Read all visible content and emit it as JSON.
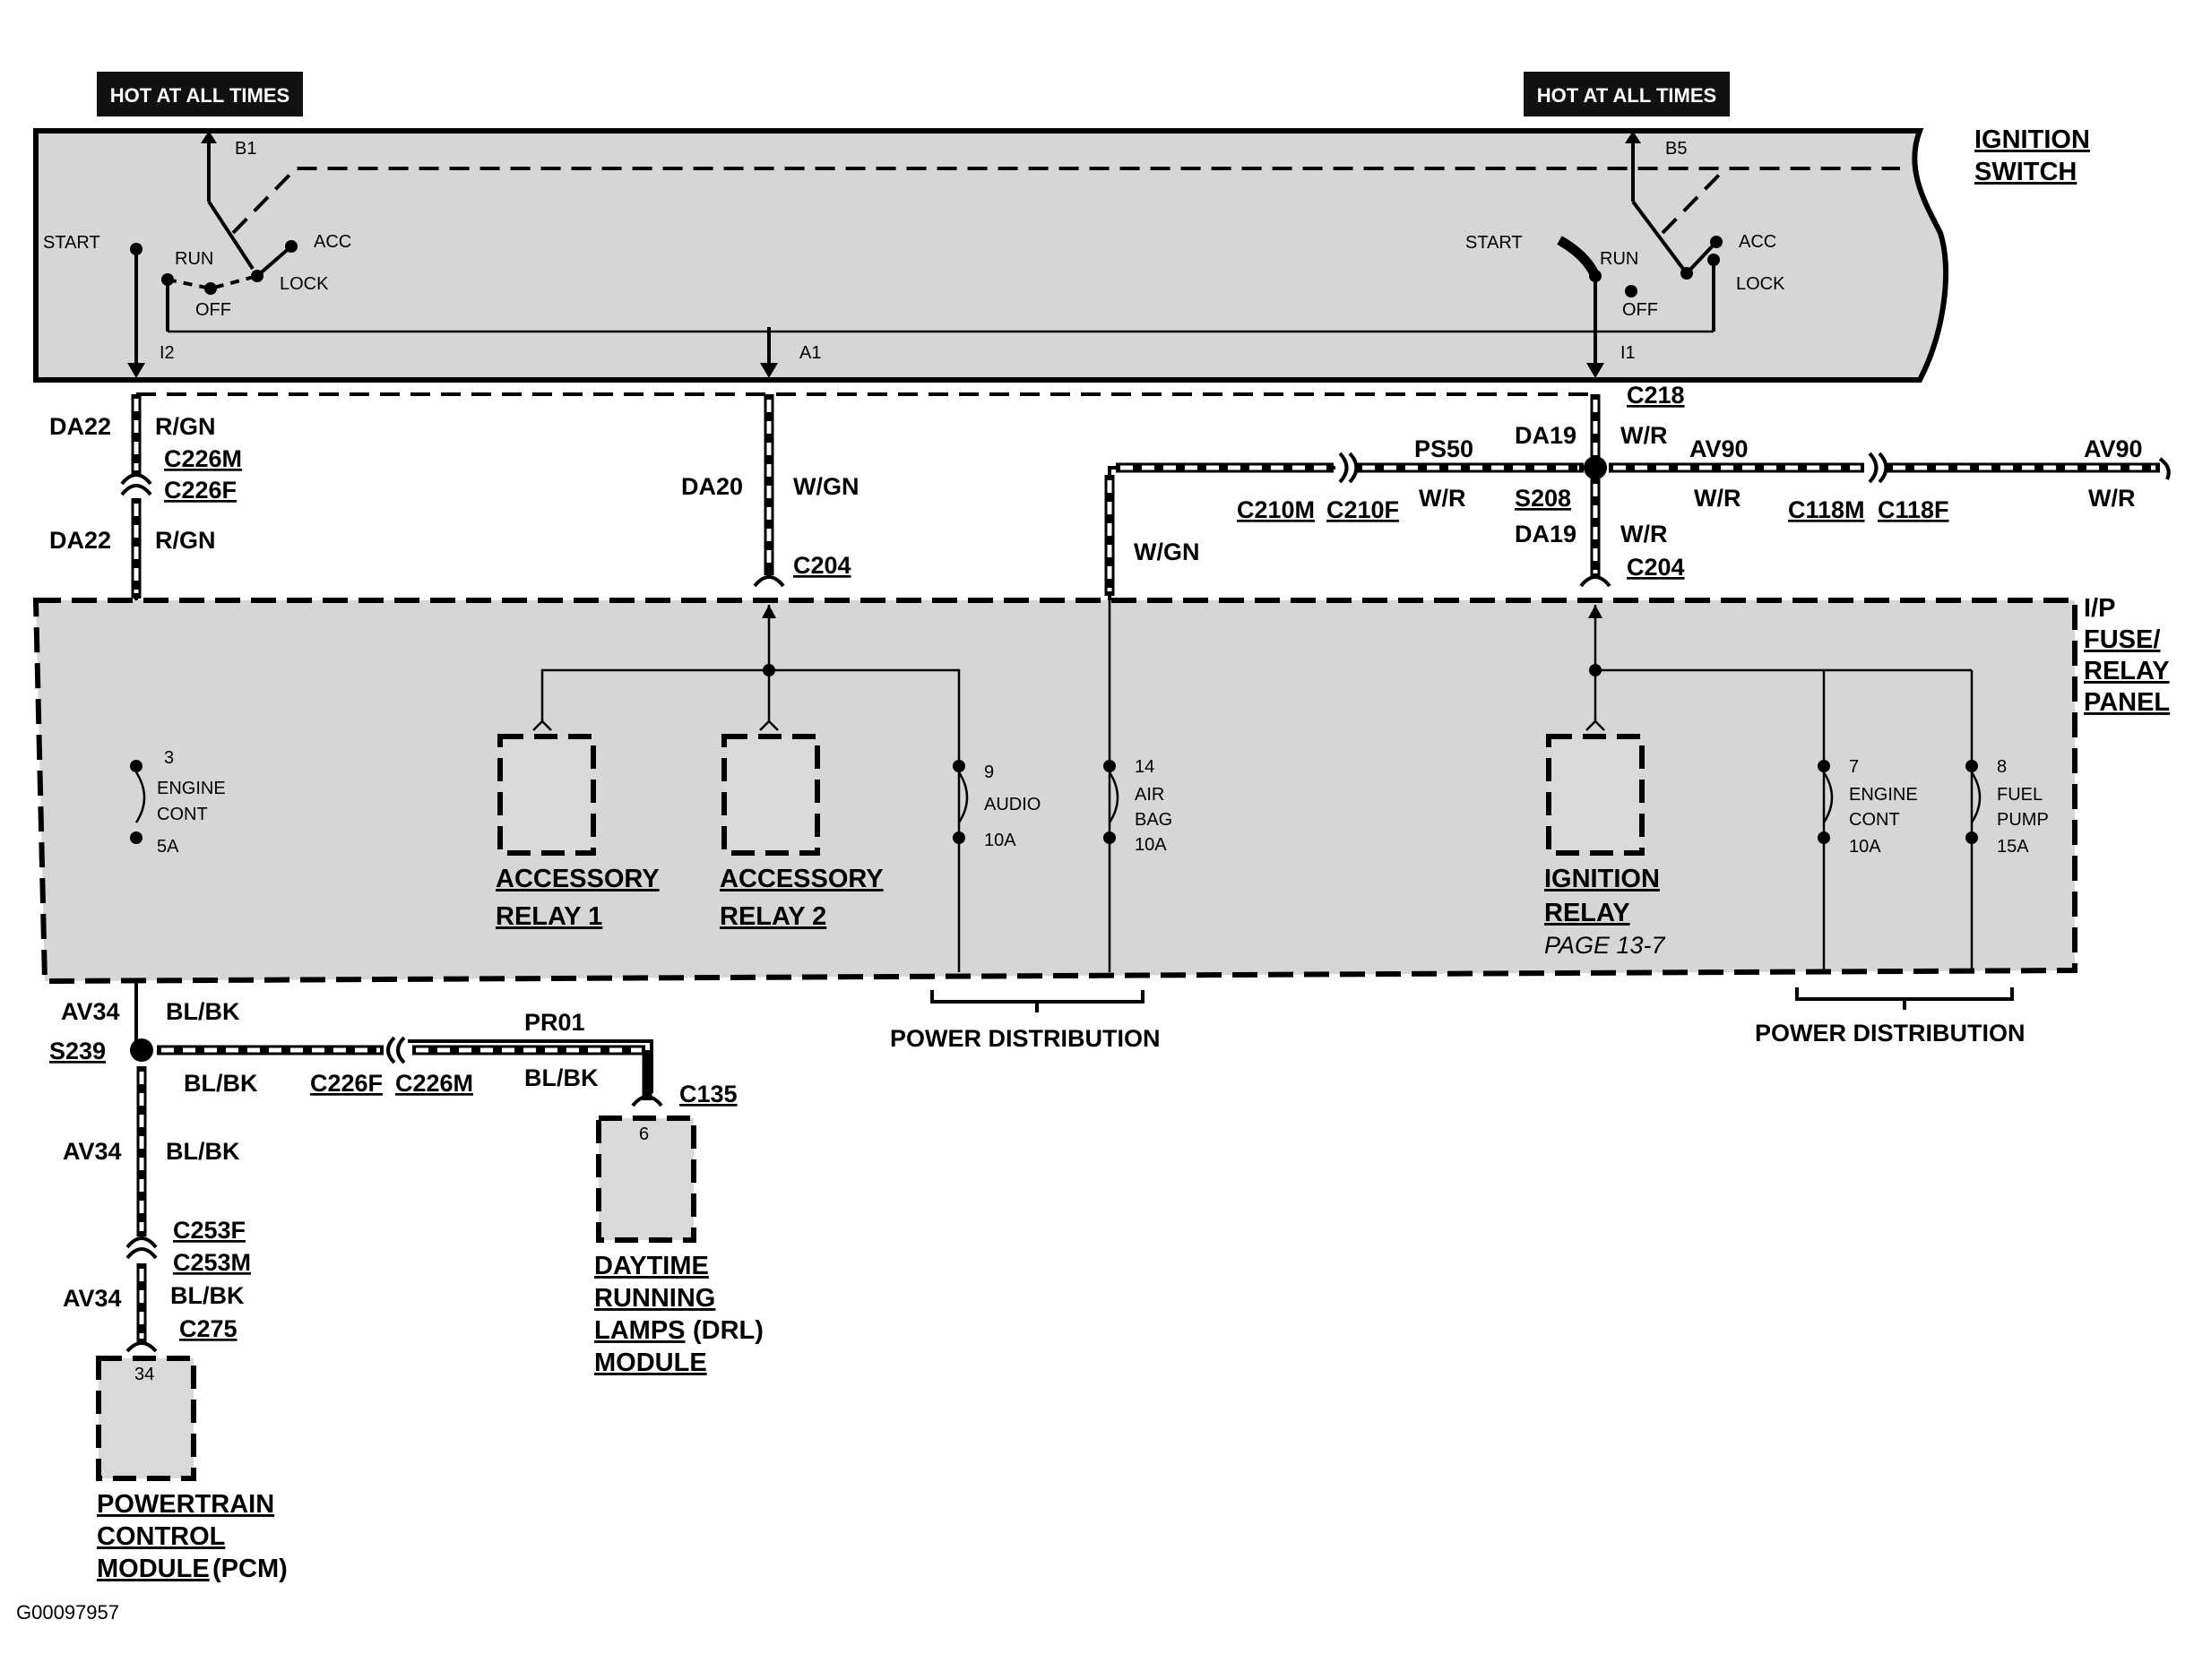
{
  "hot_tags": [
    "HOT AT ALL TIMES",
    "HOT AT ALL TIMES"
  ],
  "ignition_switch": {
    "title_line1": "IGNITION",
    "title_line2": "SWITCH",
    "left": {
      "b": "B1",
      "start": "START",
      "run": "RUN",
      "acc": "ACC",
      "off": "OFF",
      "lock": "LOCK",
      "i": "I2",
      "a": "A1"
    },
    "right": {
      "b": "B5",
      "start": "START",
      "run": "RUN",
      "acc": "ACC",
      "off": "OFF",
      "lock": "LOCK",
      "i": "I1"
    }
  },
  "wires": {
    "da22_top": "DA22",
    "rgn_top": "R/GN",
    "c226m": "C226M",
    "c226f": "C226F",
    "da22_bot": "DA22",
    "rgn_bot": "R/GN",
    "da20": "DA20",
    "wgn": "W/GN",
    "c204_mid": "C204",
    "c218": "C218",
    "da19_top": "DA19",
    "wr_top": "W/R",
    "ps50": "PS50",
    "c210m": "C210M",
    "c210f": "C210F",
    "wr_ps50": "W/R",
    "wgn_right": "W/GN",
    "av90_a": "AV90",
    "wr_av90_a": "W/R",
    "c118m": "C118M",
    "c118f": "C118F",
    "av90_b": "AV90",
    "wr_av90_b": "W/R",
    "s208": "S208",
    "da19_bot": "DA19",
    "wr_bot": "W/R",
    "c204_right": "C204",
    "av34_a": "AV34",
    "blbk_a": "BL/BK",
    "s239": "S239",
    "blbk_b": "BL/BK",
    "c226f_b": "C226F",
    "c226m_b": "C226M",
    "pr01": "PR01",
    "blbk_pr01": "BL/BK",
    "c135": "C135",
    "av34_b": "AV34",
    "blbk_c": "BL/BK",
    "c253f": "C253F",
    "c253m": "C253M",
    "av34_c": "AV34",
    "blbk_d": "BL/BK",
    "c275": "C275"
  },
  "fuse_panel": {
    "title": [
      "I/P",
      "FUSE/",
      "RELAY",
      "PANEL"
    ],
    "fuses": [
      {
        "num": "3",
        "name1": "ENGINE",
        "name2": "CONT",
        "rating": "5A"
      },
      {
        "num": "9",
        "name1": "AUDIO",
        "name2": "",
        "rating": "10A"
      },
      {
        "num": "14",
        "name1": "AIR",
        "name2": "BAG",
        "rating": "10A"
      },
      {
        "num": "7",
        "name1": "ENGINE",
        "name2": "CONT",
        "rating": "10A"
      },
      {
        "num": "8",
        "name1": "FUEL",
        "name2": "PUMP",
        "rating": "15A"
      }
    ],
    "relays": {
      "acc1": [
        "ACCESSORY",
        "RELAY 1"
      ],
      "acc2": [
        "ACCESSORY",
        "RELAY 2"
      ],
      "ign": [
        "IGNITION",
        "RELAY"
      ],
      "ign_page": "PAGE 13-7"
    }
  },
  "power_distribution": [
    "POWER DISTRIBUTION",
    "POWER DISTRIBUTION"
  ],
  "modules": {
    "drl": {
      "pin": "6",
      "lines": [
        "DAYTIME",
        "RUNNING",
        "LAMPS",
        "(DRL)",
        "MODULE"
      ]
    },
    "pcm": {
      "pin": "34",
      "lines": [
        "POWERTRAIN",
        "CONTROL",
        "MODULE",
        "(PCM)"
      ]
    }
  },
  "figure_id": "G00097957"
}
